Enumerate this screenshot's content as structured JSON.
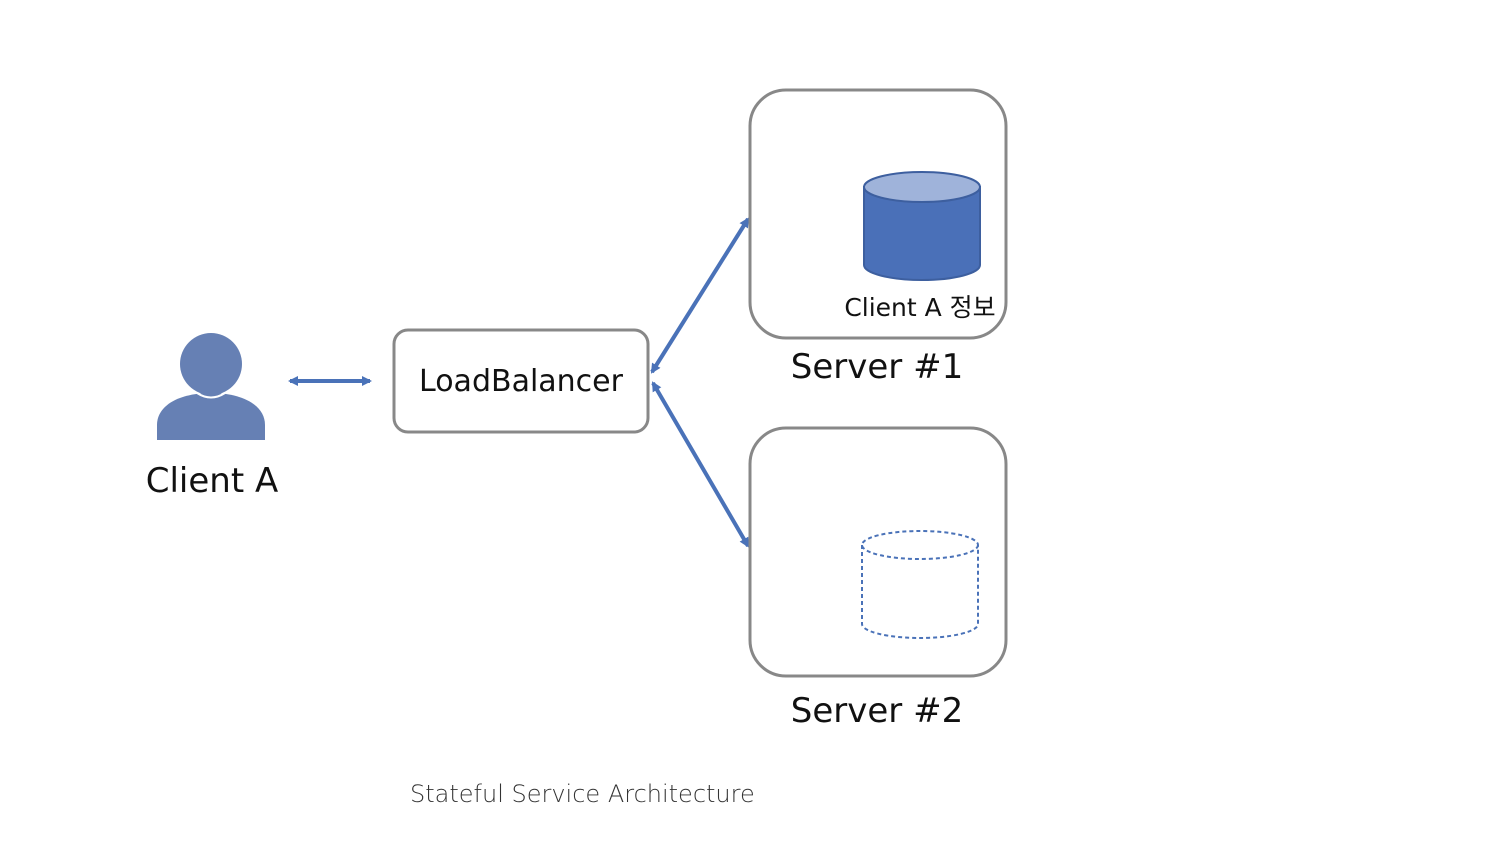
{
  "client": {
    "label": "Client A",
    "icon": "user-icon"
  },
  "load_balancer": {
    "label": "LoadBalancer"
  },
  "servers": [
    {
      "label": "Server #1",
      "storage_label": "Client A 정보",
      "storage_state": "filled"
    },
    {
      "label": "Server #2",
      "storage_label": "",
      "storage_state": "empty"
    }
  ],
  "caption": "Stateful Service Architecture",
  "colors": {
    "accent": "#4a72b8",
    "person": "#6680b4",
    "db_fill": "#4a70b8",
    "db_top": "#9fb3da",
    "box_border": "#888888"
  }
}
